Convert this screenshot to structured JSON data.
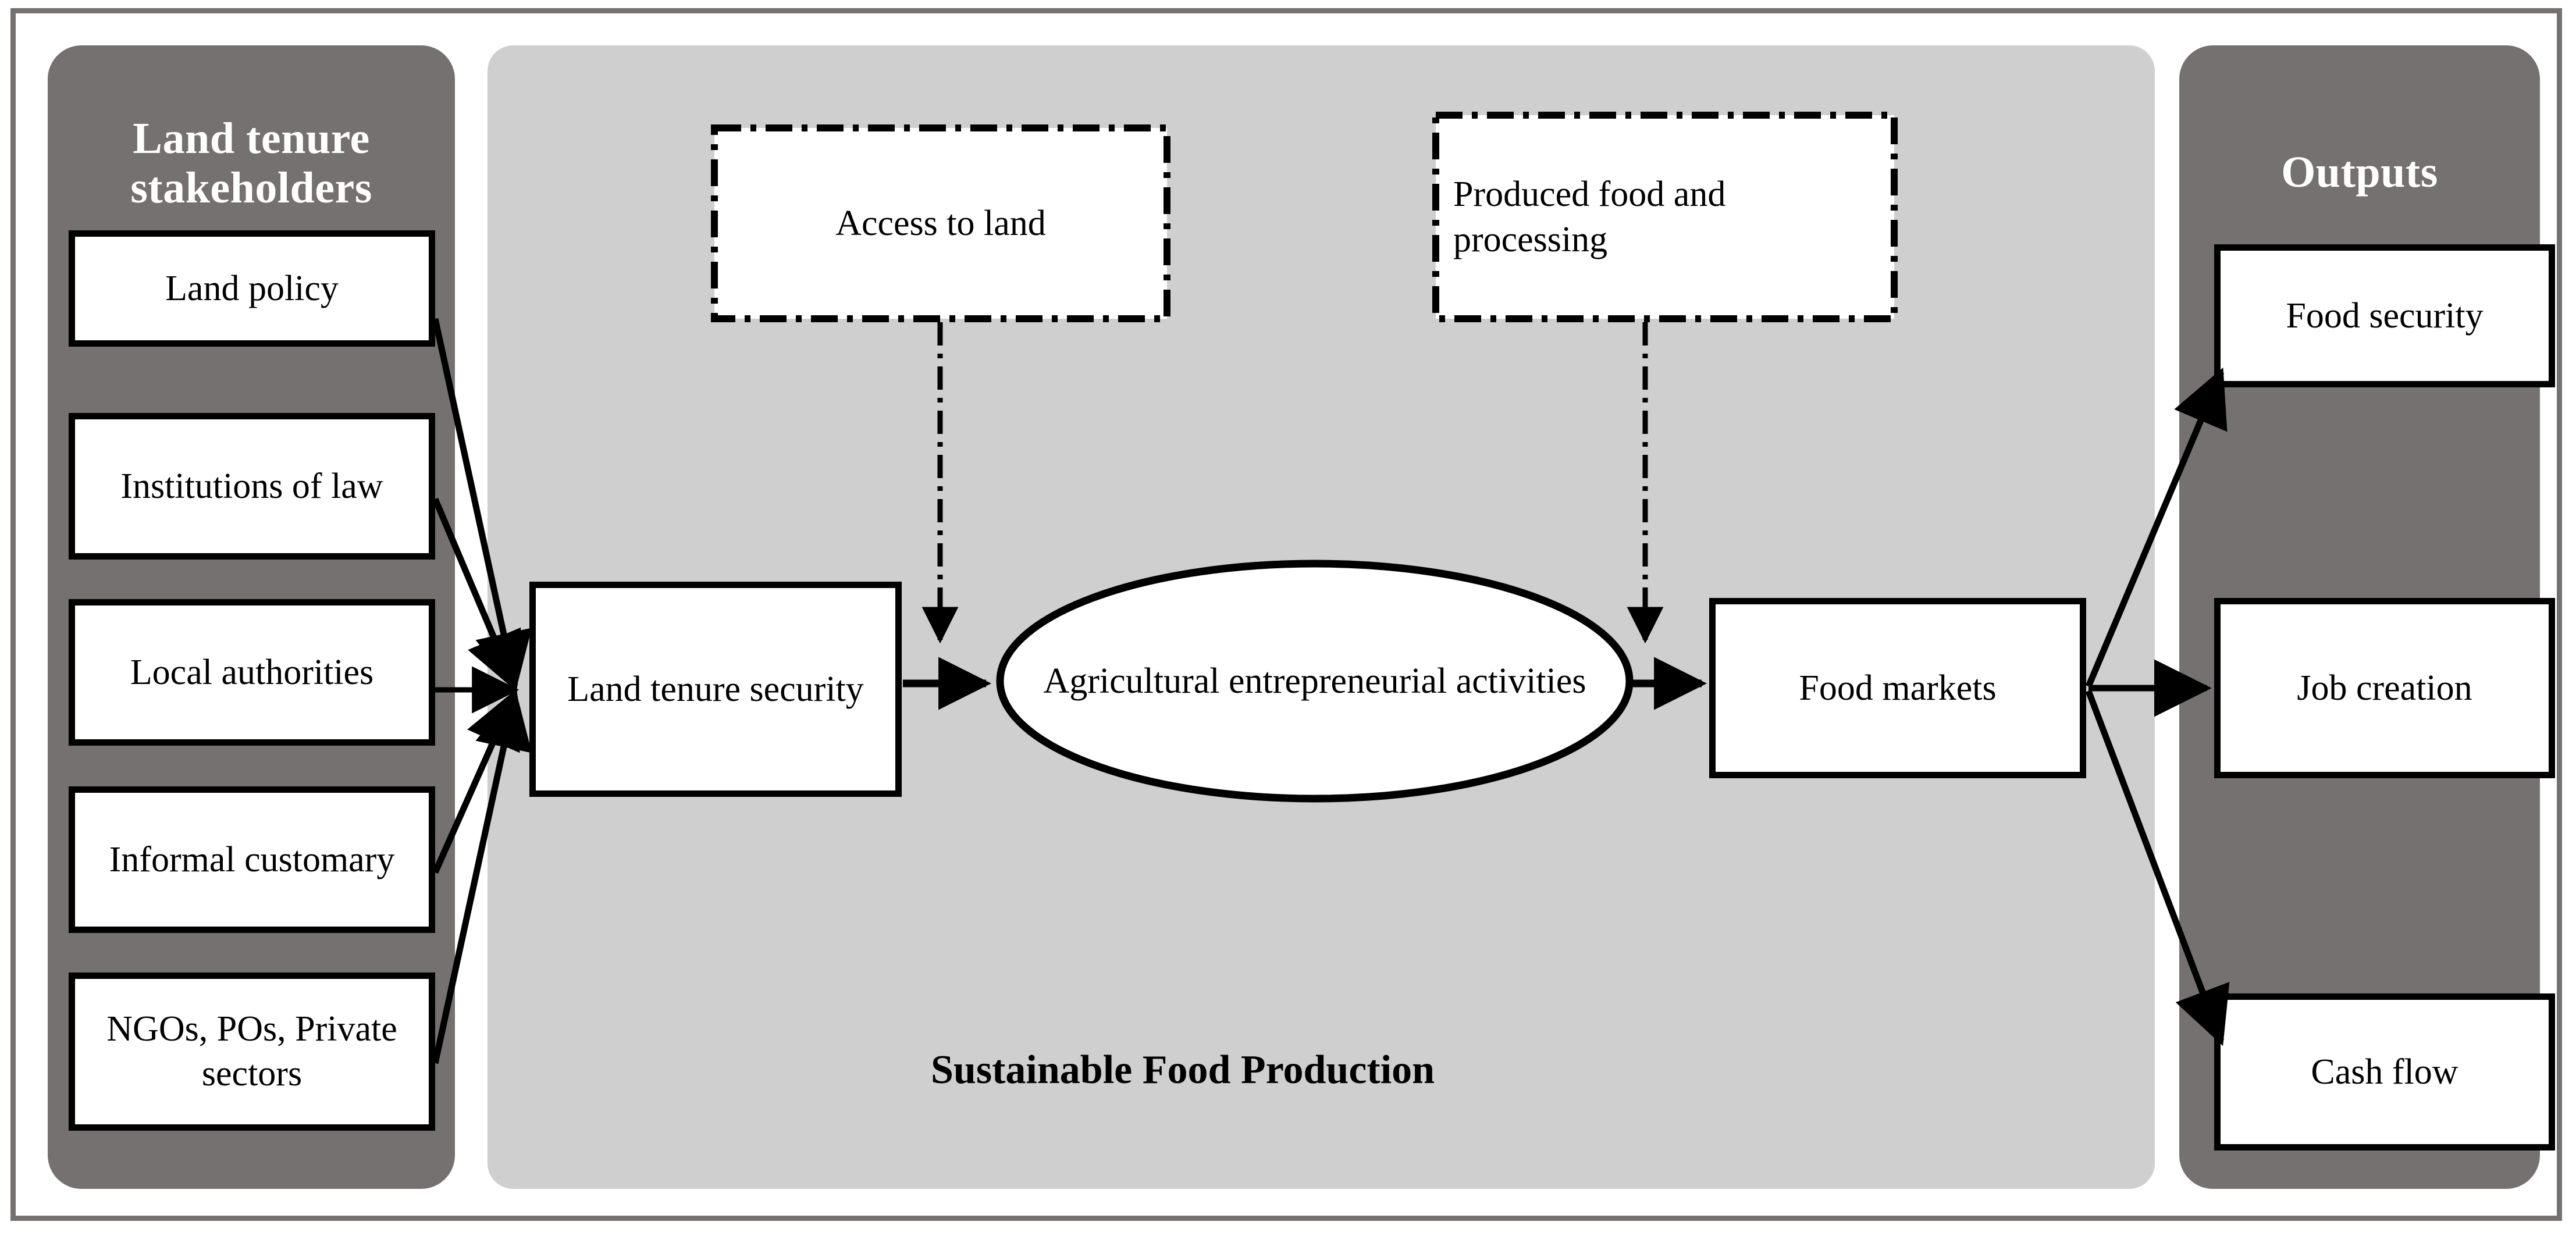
{
  "diagram": {
    "caption": "Sustainable Food Production",
    "colors": {
      "frame": "#767171",
      "panel_dark": "#767171",
      "panel_light": "#cfcfcf",
      "node_fill": "#ffffff",
      "node_border": "#000000",
      "title_text": "#ffffff"
    }
  },
  "left_panel": {
    "title": "Land tenure stakeholders",
    "items": [
      {
        "label": "Land policy"
      },
      {
        "label": "Institutions of law"
      },
      {
        "label": "Local authorities"
      },
      {
        "label": "Informal customary"
      },
      {
        "label": "NGOs, POs, Private sectors"
      }
    ]
  },
  "center_panel": {
    "inputs": [
      {
        "label": "Access to land"
      },
      {
        "label": "Produced food and processing"
      }
    ],
    "flow": [
      {
        "label": "Land tenure security",
        "shape": "rectangle"
      },
      {
        "label": "Agricultural entrepreneurial activities",
        "shape": "ellipse"
      },
      {
        "label": "Food markets",
        "shape": "rectangle"
      }
    ]
  },
  "right_panel": {
    "title": "Outputs",
    "items": [
      {
        "label": "Food security"
      },
      {
        "label": "Job creation"
      },
      {
        "label": "Cash flow"
      }
    ]
  }
}
